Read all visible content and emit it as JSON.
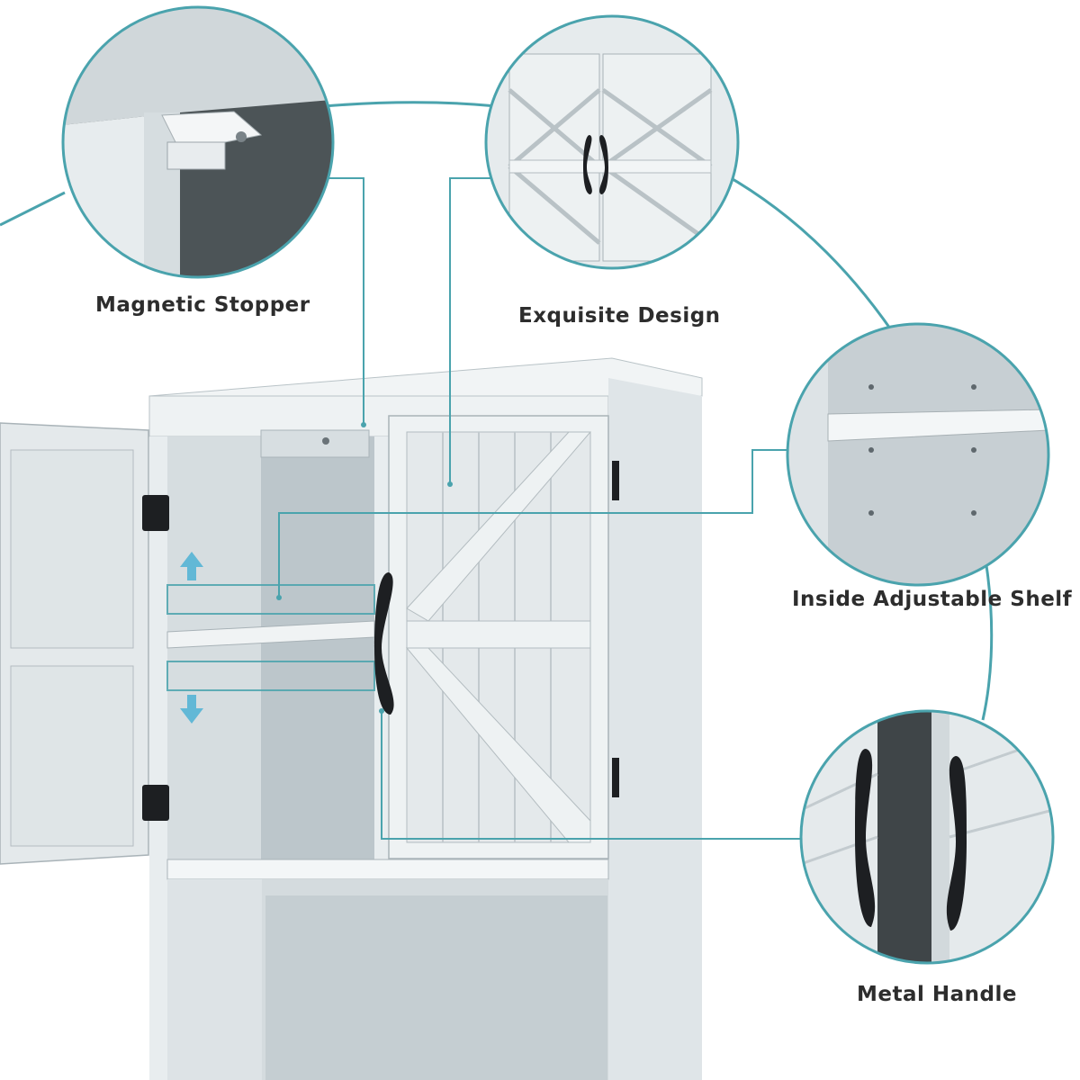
{
  "features": {
    "magnetic_stopper": "Magnetic Stopper",
    "exquisite_design": "Exquisite Design",
    "adjustable_shelf": "Inside Adjustable Shelf",
    "metal_handle": "Metal Handle"
  },
  "colors": {
    "accent": "#4aa3ad",
    "cabinet": "#e3e8ea",
    "cabinet_shadow": "#c7cfd3",
    "hardware": "#1d1f22",
    "label": "#2d2d2d"
  }
}
